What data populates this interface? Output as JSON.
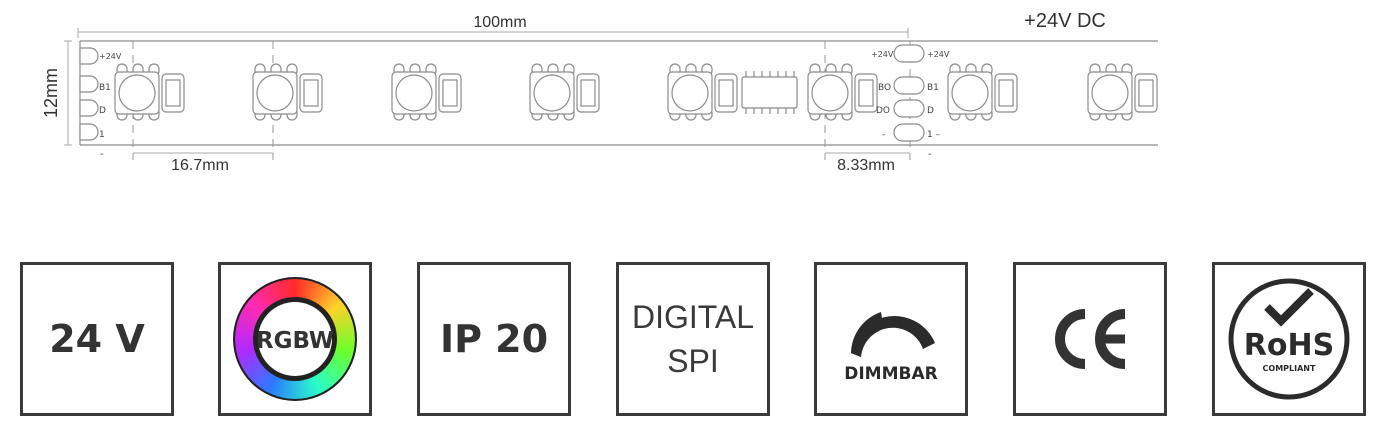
{
  "diagram": {
    "length_label": "100mm",
    "width_label": "12mm",
    "pitch_label": "16.7mm",
    "cut_label": "8.33mm",
    "voltage_label": "+24V DC",
    "pad_left": [
      "+24V",
      "B1",
      "D",
      "1"
    ],
    "pad_mid_left": [
      "+24V",
      "BO",
      "DO",
      "-"
    ],
    "pad_mid_right": [
      "+24V",
      "B1",
      "D",
      "1 –"
    ],
    "dash": "-"
  },
  "badges": {
    "voltage": "24 V",
    "color": "RGBW",
    "ip": "IP 20",
    "digital_line1": "DIGITAL",
    "digital_line2": "SPI",
    "dimm": "DIMMBAR",
    "ce": "CE",
    "rohs_main": "RoHS",
    "rohs_sub": "COMPLIANT"
  },
  "colors": {
    "line": "#8c8c8c",
    "badge_border": "#3a3a3a",
    "text": "#2b2b2b"
  }
}
